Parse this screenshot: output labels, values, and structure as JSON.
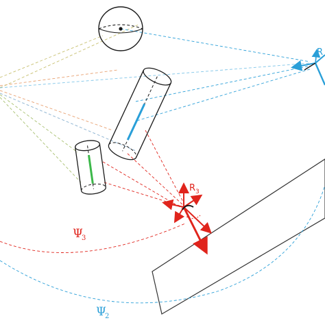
{
  "labels": {
    "r1_partial": "R",
    "r3_main": "R",
    "r3_sub": "3",
    "psi3_main": "Ψ",
    "psi3_sub": "3",
    "psi2_main": "Ψ",
    "psi2_sub": "2"
  },
  "colors": {
    "red": "#e0241c",
    "blue": "#2a9fd8",
    "green": "#3cb84a",
    "orange": "#e8a070",
    "olive": "#c8c070",
    "black": "#1a1a1a"
  },
  "objects": [
    {
      "kind": "sphere",
      "icon": "sphere-icon"
    },
    {
      "kind": "cylinder",
      "icon": "large-cylinder-icon"
    },
    {
      "kind": "cylinder",
      "icon": "small-cylinder-icon"
    },
    {
      "kind": "plane",
      "icon": "plane-icon"
    }
  ]
}
